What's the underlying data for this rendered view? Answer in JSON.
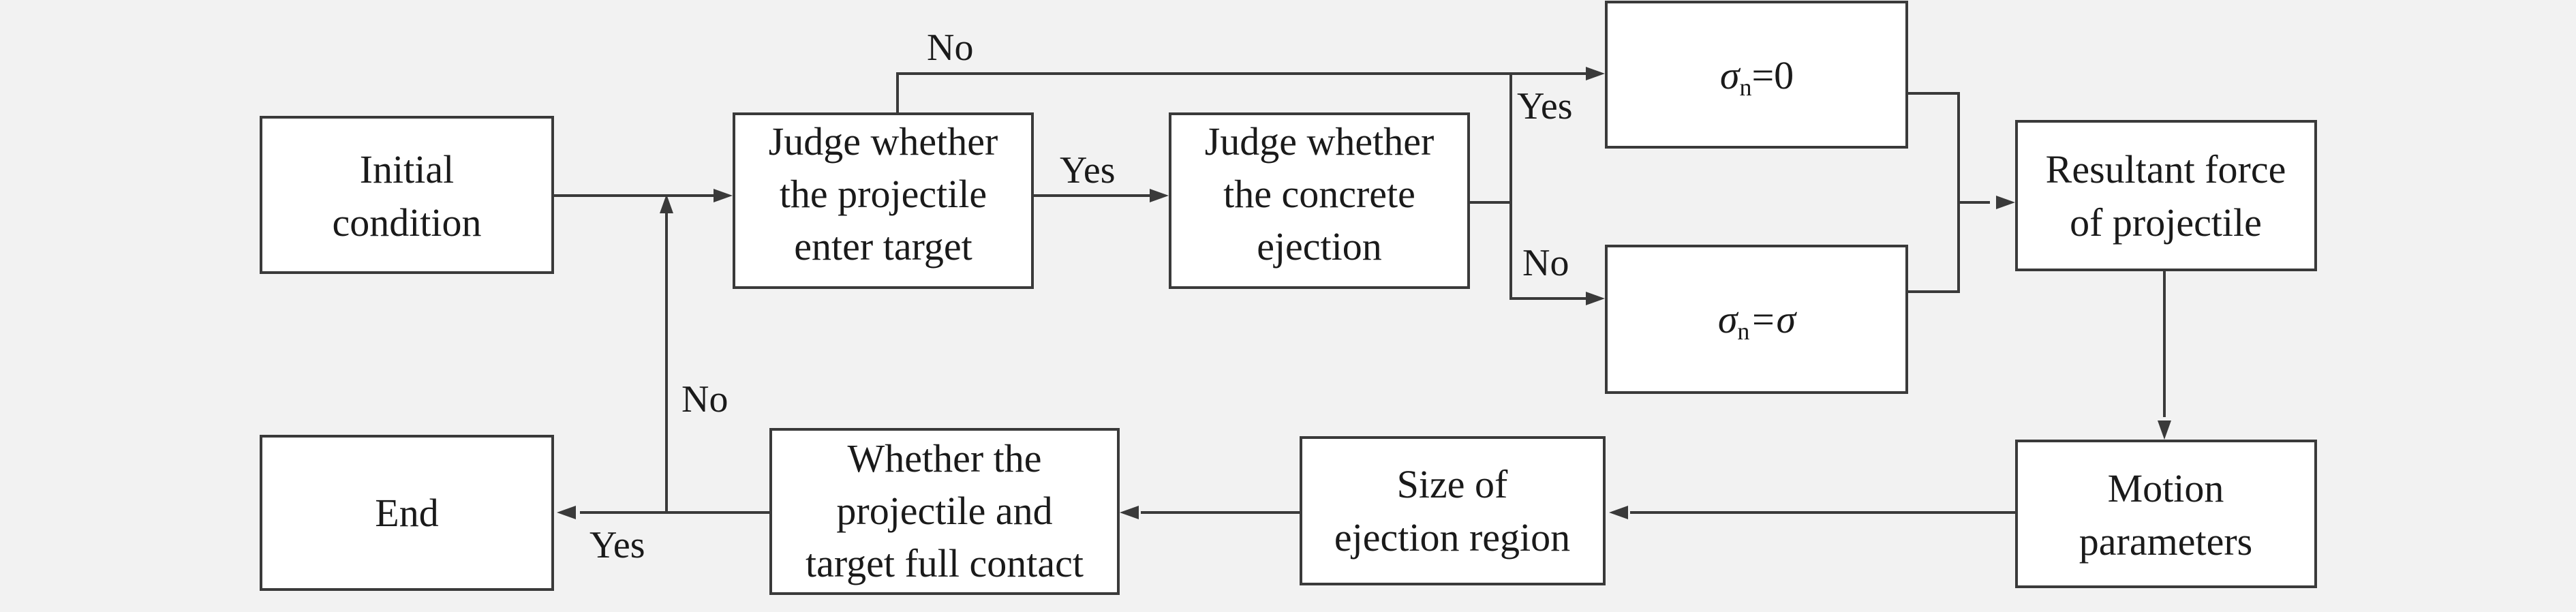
{
  "diagram": {
    "nodes": {
      "initial": [
        "Initial",
        "condition"
      ],
      "judge_enter": [
        "Judge whether",
        "the projectile",
        "enter target"
      ],
      "judge_ejection": [
        "Judge whether",
        "the concrete",
        "ejection"
      ],
      "sigma_zero": {
        "sym": "σ",
        "sub": "n",
        "rhs": "=0"
      },
      "sigma_sigma": {
        "sym": "σ",
        "sub": "n",
        "rhs": "=σ"
      },
      "resultant": [
        "Resultant force",
        "of projectile"
      ],
      "motion": [
        "Motion",
        "parameters"
      ],
      "size_region": [
        "Size of",
        "ejection region"
      ],
      "full_contact": [
        "Whether the",
        "projectile and",
        "target full contact"
      ],
      "end": [
        "End"
      ]
    },
    "edge_labels": {
      "enter_no": "No",
      "enter_yes": "Yes",
      "ejection_yes": "Yes",
      "ejection_no": "No",
      "contact_no": "No",
      "contact_yes": "Yes"
    },
    "colors": {
      "background": "#f2f2f2",
      "box_fill": "#ffffff",
      "stroke": "#3a3a3a",
      "text": "#1a1a1a"
    }
  }
}
